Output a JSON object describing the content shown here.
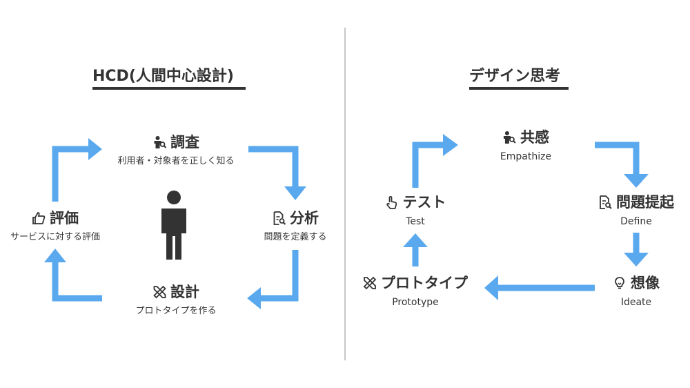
{
  "left": {
    "heading": "HCD(人間中心設計)",
    "nodes": {
      "research": {
        "title": "調査",
        "sub": "利用者・対象者を正しく知る",
        "icon": "person-search-icon"
      },
      "analysis": {
        "title": "分析",
        "sub": "問題を定義する",
        "icon": "document-search-icon"
      },
      "design": {
        "title": "設計",
        "sub": "プロトタイプを作る",
        "icon": "ruler-pencil-icon"
      },
      "evaluate": {
        "title": "評価",
        "sub": "サービスに対する評価",
        "icon": "thumbs-up-icon"
      }
    },
    "center_icon": "person-icon"
  },
  "right": {
    "heading": "デザイン思考",
    "nodes": {
      "empathize": {
        "title": "共感",
        "sub": "Empathize",
        "icon": "person-search-icon"
      },
      "define": {
        "title": "問題提起",
        "sub": "Define",
        "icon": "document-search-icon"
      },
      "ideate": {
        "title": "想像",
        "sub": "Ideate",
        "icon": "lightbulb-icon"
      },
      "prototype": {
        "title": "プロトタイプ",
        "sub": "Prototype",
        "icon": "ruler-pencil-icon"
      },
      "test": {
        "title": "テスト",
        "sub": "Test",
        "icon": "tap-hand-icon"
      }
    }
  },
  "colors": {
    "arrow": "#5aa9ee",
    "text": "#333333",
    "divider": "#c8c8c8"
  }
}
